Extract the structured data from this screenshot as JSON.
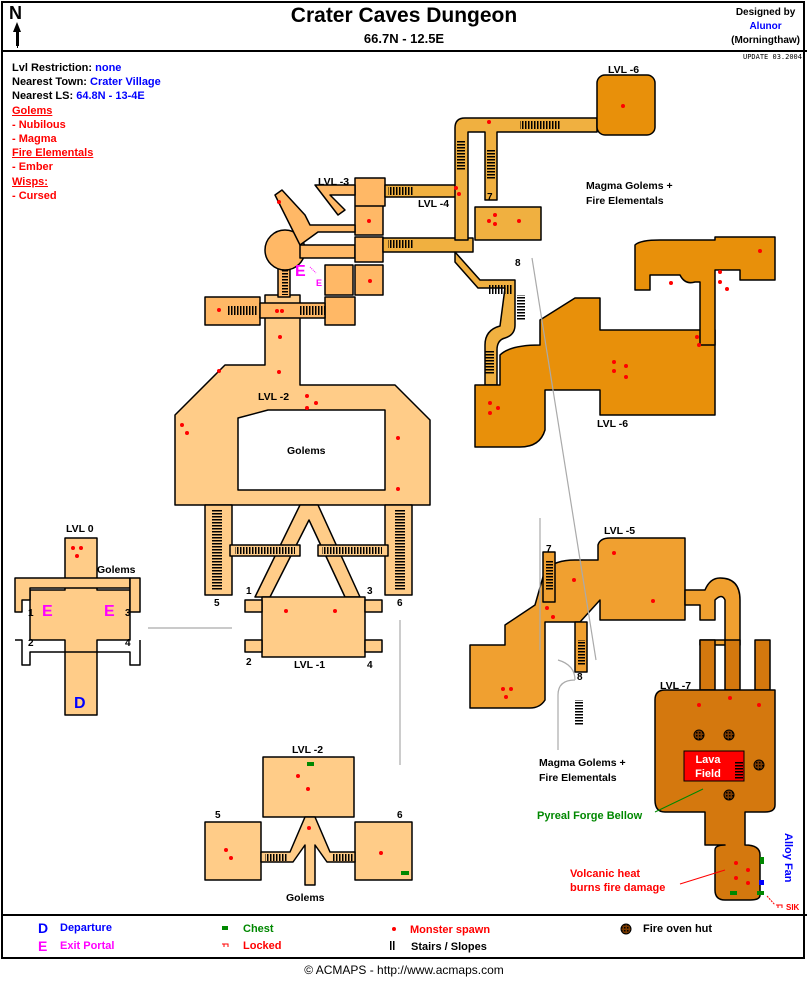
{
  "header": {
    "north": "N",
    "title": "Crater Caves Dungeon",
    "coords": "66.7N - 12.5E",
    "designed_by": "Designed by",
    "author": "Alunor",
    "author_server": "(Morningthaw)",
    "update": "UPDATE 03.2004"
  },
  "info": {
    "lvl_restriction_label": "Lvl Restriction:",
    "lvl_restriction": "none",
    "nearest_town_label": "Nearest Town:",
    "nearest_town": "Crater Village",
    "nearest_ls_label": "Nearest LS:",
    "nearest_ls": "64.8N - 13-4E",
    "monsters": [
      {
        "group": "Golems",
        "types": [
          "- Nubilous",
          "- Magma"
        ]
      },
      {
        "group": "Fire Elementals",
        "types": [
          "- Ember"
        ]
      },
      {
        "group": "Wisps:",
        "types": [
          "- Cursed"
        ]
      }
    ]
  },
  "map": {
    "levels": {
      "lvl0": "LVL 0",
      "lvl1": "LVL -1",
      "lvl2": "LVL -2",
      "lvl2b": "LVL -2",
      "lvl3": "LVL -3",
      "lvl4": "LVL -4",
      "lvl5": "LVL -5",
      "lvl6a": "LVL -6",
      "lvl6b": "LVL -6",
      "lvl7": "LVL -7"
    },
    "areas": {
      "golems_upper": "Golems",
      "golems_lvl0": "Golems",
      "golems_lower": "Golems",
      "magma_a1": "Magma Golems +",
      "magma_a2": "Fire Elementals",
      "magma_b1": "Magma Golems +",
      "magma_b2": "Fire Elementals"
    },
    "stairs": [
      "1",
      "2",
      "3",
      "4",
      "5",
      "6",
      "7",
      "8"
    ],
    "departure": "D",
    "exit_portal": "E",
    "lava_field": [
      "Lava",
      "Field"
    ],
    "pyreal": "Pyreal Forge Bellow",
    "volcanic": [
      "Volcanic heat",
      "burns fire damage"
    ],
    "alloy_fan": "Alloy Fan",
    "sik": "SIK"
  },
  "legend": {
    "departure": {
      "symbol": "D",
      "label": "Departure"
    },
    "exit": {
      "symbol": "E",
      "label": "Exit Portal"
    },
    "chest": "Chest",
    "locked": "Locked",
    "spawn": "Monster spawn",
    "stairs": "Stairs / Slopes",
    "oven": "Fire oven hut"
  },
  "colors": {
    "lvl0_2": "#FFCC88",
    "lvl3": "#FFB866",
    "lvl4": "#F0B040",
    "lvl5": "#F0A030",
    "lvl6": "#E8900A",
    "lvl7": "#D4780E",
    "spawn": "#FF0000",
    "chest": "#008800",
    "lava": "#FF0000"
  },
  "copyright": "© ACMAPS - http://www.acmaps.com"
}
